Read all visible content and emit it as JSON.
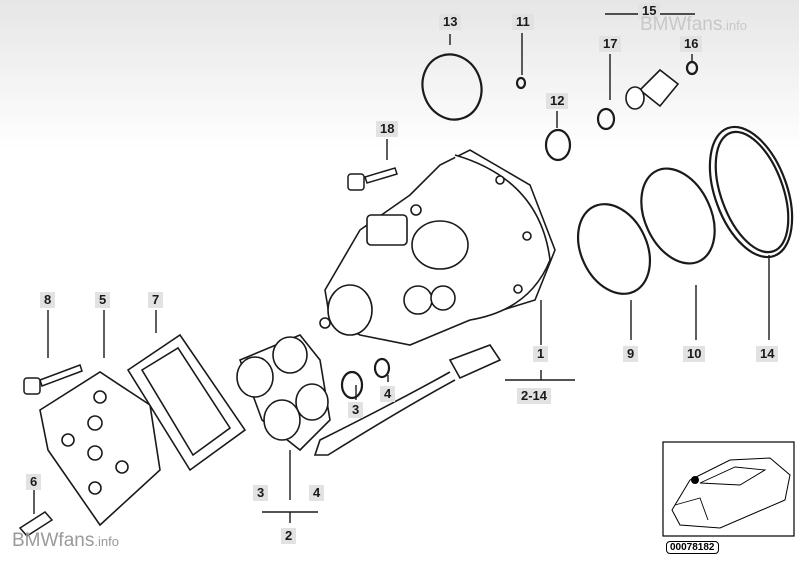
{
  "watermark": {
    "top_brand": "BMWfans",
    "top_suffix": ".info",
    "bottom_brand": "BMWfans",
    "bottom_suffix": ".info"
  },
  "labels": {
    "n13": "13",
    "n11": "11",
    "n15": "15",
    "n17": "17",
    "n16": "16",
    "n12": "12",
    "n18": "18",
    "n8": "8",
    "n5": "5",
    "n7": "7",
    "n1": "1",
    "n2_14": "2-14",
    "n9": "9",
    "n10": "10",
    "n14": "14",
    "n3a": "3",
    "n4a": "4",
    "n6": "6",
    "n3b": "3",
    "n4b": "4",
    "n2": "2"
  },
  "reference_number": "00078182",
  "colors": {
    "line": "#1a1a1a",
    "label_bg": "#e2e2e2"
  }
}
